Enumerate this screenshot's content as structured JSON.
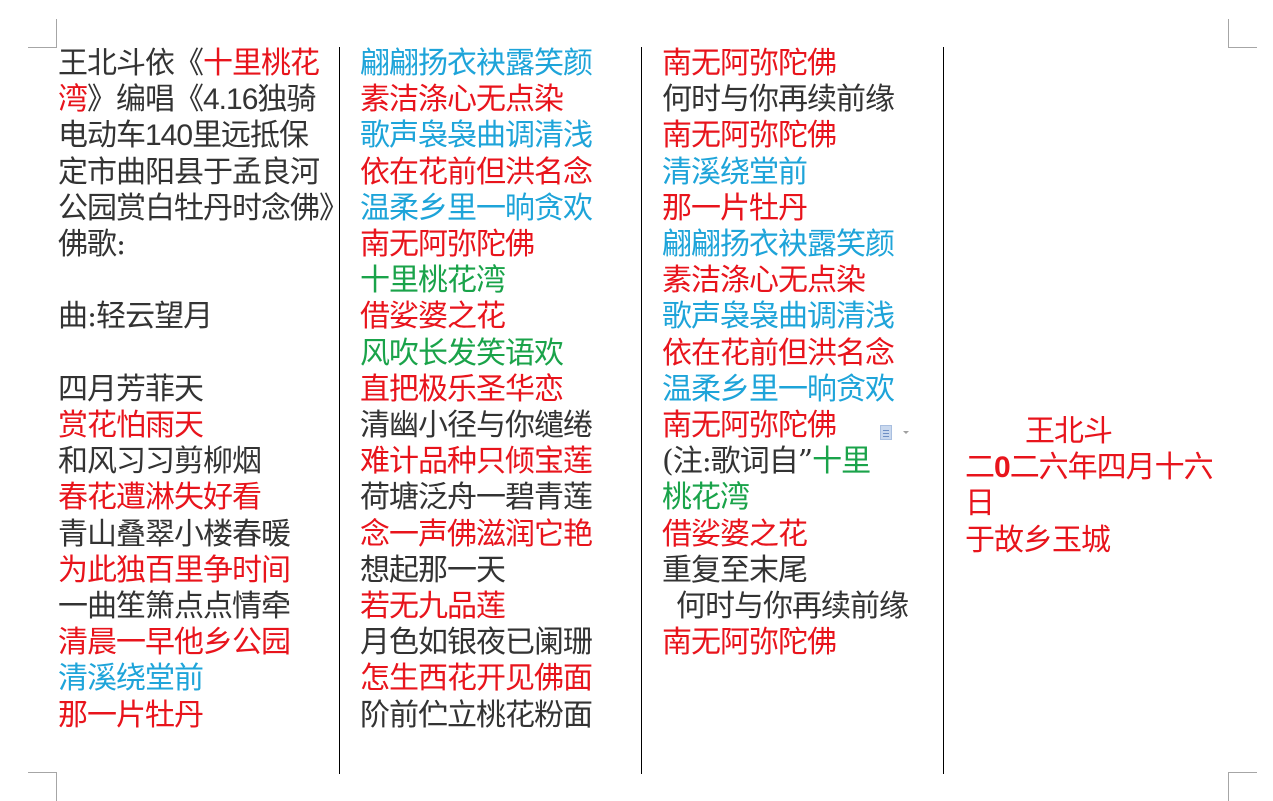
{
  "page": {
    "background": "#ffffff",
    "colors": {
      "black": "#333333",
      "red": "#e8141c",
      "blue": "#1ea4d9",
      "green": "#1aa34a"
    }
  },
  "column1": {
    "title": {
      "segments": [
        {
          "text": "王北斗依《",
          "color": "black"
        },
        {
          "text": "十里桃花湾",
          "color": "red"
        },
        {
          "text": "》编唱《",
          "color": "black"
        },
        {
          "text": "4.16",
          "color": "black"
        },
        {
          "text": "独骑电动车",
          "color": "black"
        },
        {
          "text": "140",
          "color": "black"
        },
        {
          "text": "里远抵保定市曲阳县于孟良河公园赏白牡丹时念佛》佛歌:",
          "color": "black"
        }
      ]
    },
    "tune": "曲:轻云望月",
    "lines": [
      {
        "text": "四月芳菲天",
        "color": "black"
      },
      {
        "text": "赏花怕雨天",
        "color": "red"
      },
      {
        "text": "和风习习剪柳烟",
        "color": "black"
      },
      {
        "text": "春花遭淋失好看",
        "color": "red"
      },
      {
        "text": "青山叠翠小楼春暖",
        "color": "black"
      },
      {
        "text": "为此独百里争时间",
        "color": "red"
      },
      {
        "text": "一曲笙箫点点情牵",
        "color": "black"
      },
      {
        "text": "清晨一早他乡公园",
        "color": "red"
      },
      {
        "text": "清溪绕堂前",
        "color": "blue"
      },
      {
        "text": "那一片牡丹",
        "color": "red"
      }
    ]
  },
  "column2": {
    "lines": [
      {
        "text": "翩翩扬衣袂露笑颜",
        "color": "blue"
      },
      {
        "text": "素洁涤心无点染",
        "color": "red"
      },
      {
        "text": "歌声袅袅曲调清浅",
        "color": "blue"
      },
      {
        "text": "依在花前但洪名念",
        "color": "red"
      },
      {
        "text": "温柔乡里一晌贪欢",
        "color": "blue"
      },
      {
        "text": "南无阿弥陀佛",
        "color": "red"
      },
      {
        "text": "十里桃花湾",
        "color": "green"
      },
      {
        "text": "借娑婆之花",
        "color": "red"
      },
      {
        "text": "风吹长发笑语欢",
        "color": "green"
      },
      {
        "text": "直把极乐圣华恋",
        "color": "red"
      },
      {
        "text": "清幽小径与你缱绻",
        "color": "black"
      },
      {
        "text": "难计品种只倾宝莲",
        "color": "red"
      },
      {
        "text": "荷塘泛舟一碧青莲",
        "color": "black"
      },
      {
        "text": "念一声佛滋润它艳",
        "color": "red"
      },
      {
        "text": "想起那一天",
        "color": "black"
      },
      {
        "text": "若无九品莲",
        "color": "red"
      },
      {
        "text": "月色如银夜已阑珊",
        "color": "black"
      },
      {
        "text": "怎生西花开见佛面",
        "color": "red"
      },
      {
        "text": "阶前伫立桃花粉面",
        "color": "black"
      }
    ]
  },
  "column3": {
    "lines": [
      {
        "text": "南无阿弥陀佛",
        "color": "red"
      },
      {
        "text": "何时与你再续前缘",
        "color": "black"
      },
      {
        "text": "南无阿弥陀佛",
        "color": "red"
      },
      {
        "text": "清溪绕堂前",
        "color": "blue"
      },
      {
        "text": "那一片牡丹",
        "color": "red"
      },
      {
        "text": "翩翩扬衣袂露笑颜",
        "color": "blue"
      },
      {
        "text": "素洁涤心无点染",
        "color": "red"
      },
      {
        "text": "歌声袅袅曲调清浅",
        "color": "blue"
      },
      {
        "text": "依在花前但洪名念",
        "color": "red"
      },
      {
        "text": "温柔乡里一晌贪欢",
        "color": "blue"
      },
      {
        "text": "南无阿弥陀佛",
        "color": "red"
      }
    ],
    "note": {
      "prefix": "(注:歌词自”",
      "highlight_part1": "十里",
      "highlight_part2": "桃花湾"
    },
    "lines_after_note": [
      {
        "text": "借娑婆之花",
        "color": "red"
      },
      {
        "text": "重复至末尾",
        "color": "black"
      },
      {
        "text": " 何时与你再续前缘",
        "color": "black"
      },
      {
        "text": "南无阿弥陀佛",
        "color": "red"
      }
    ],
    "paste_options_icon": "paste-options-icon"
  },
  "column4": {
    "author": "王北斗",
    "date_part1": "二",
    "date_zero": "0",
    "date_part2": "二六年四月十六日",
    "place": "于故乡玉城"
  }
}
